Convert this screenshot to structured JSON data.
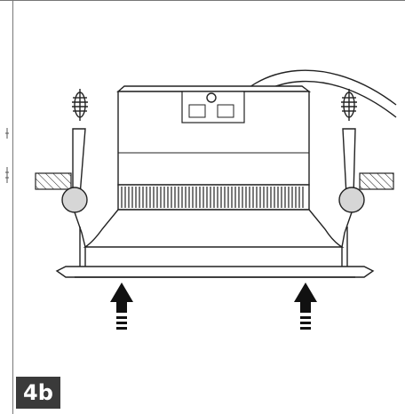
{
  "figure": {
    "step_label": "4b",
    "colors": {
      "line": "#222222",
      "badge": "#3a3a3a",
      "clip_ball": "#d6d6d6",
      "background": "#ffffff"
    },
    "parts": [
      "downlight-housing",
      "cable",
      "spring-clip-left",
      "spring-clip-right",
      "ceiling-panel-left",
      "ceiling-panel-right",
      "trim-ring",
      "push-arrow-left",
      "push-arrow-right"
    ]
  }
}
